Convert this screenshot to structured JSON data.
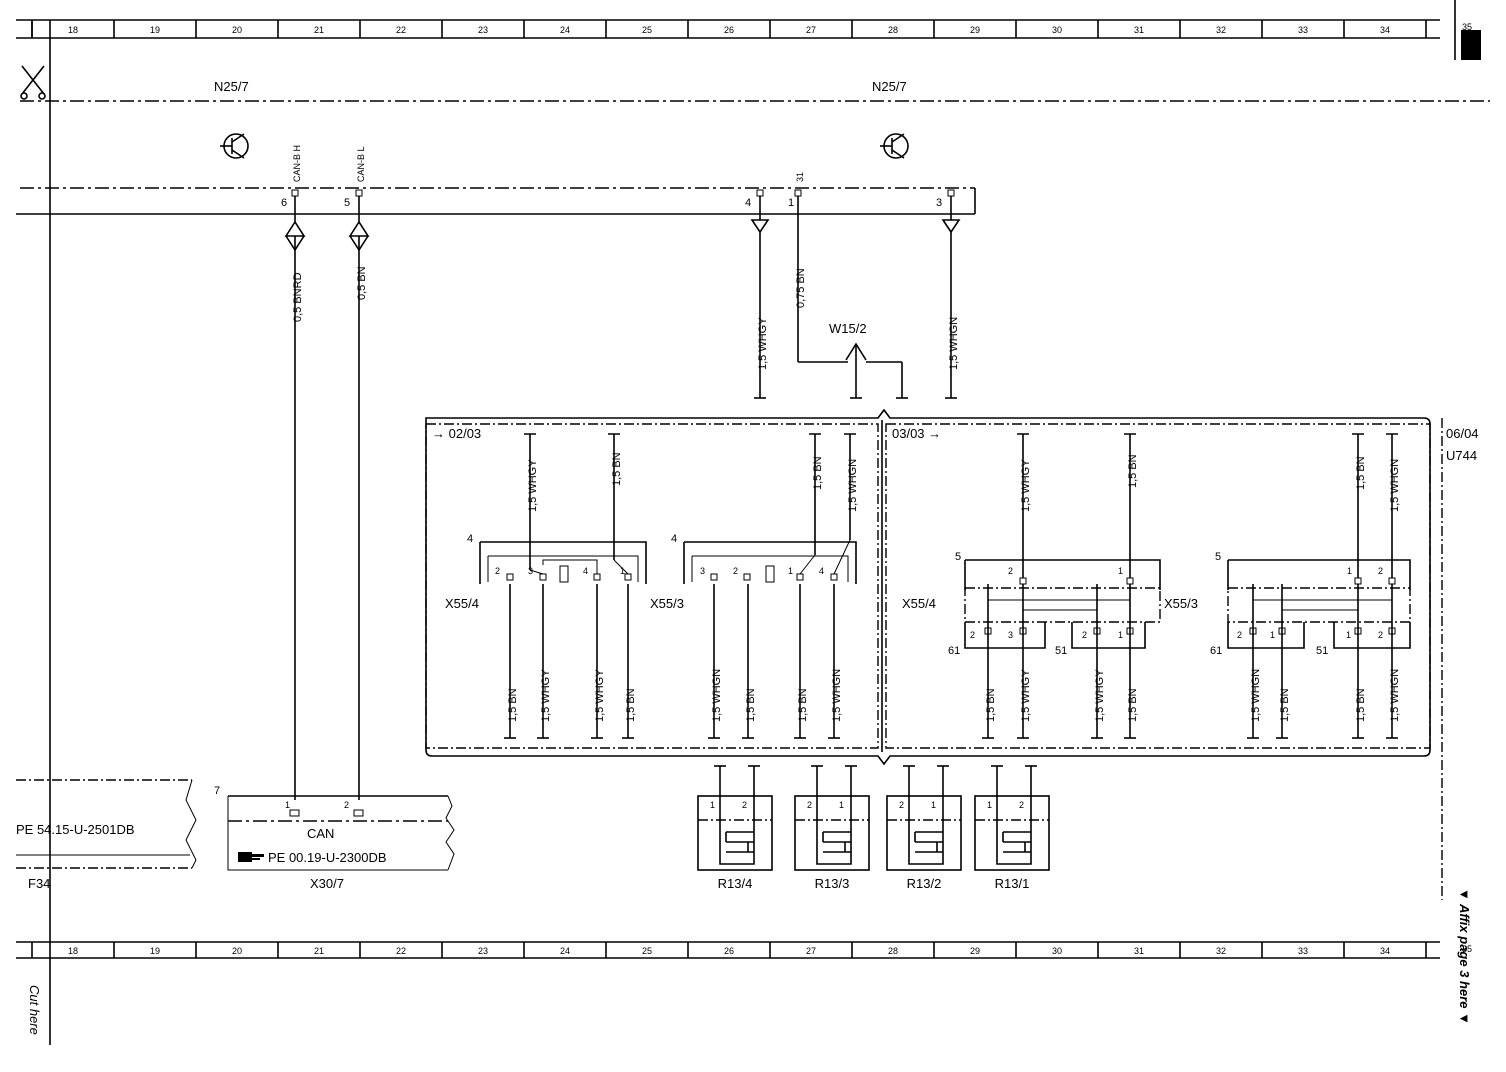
{
  "ruler": {
    "top_numbers": [
      "18",
      "19",
      "20",
      "21",
      "22",
      "23",
      "24",
      "25",
      "26",
      "27",
      "28",
      "29",
      "30",
      "31",
      "32",
      "33",
      "34"
    ],
    "bottom_numbers": [
      "18",
      "19",
      "20",
      "21",
      "22",
      "23",
      "24",
      "25",
      "26",
      "27",
      "28",
      "29",
      "30",
      "31",
      "32",
      "33",
      "34"
    ],
    "corner_top": "35",
    "corner_bottom": "35"
  },
  "side": {
    "cut_here": "Cut here",
    "affix_page": "▼ Affix page 3 here ▼"
  },
  "modules": {
    "left_title": "N25/7",
    "right_title": "N25/7",
    "pins": [
      "6",
      "5",
      "4",
      "1",
      "3"
    ],
    "pin_labels": [
      "CAN-B H",
      "CAN-B L",
      "31"
    ]
  },
  "wires": {
    "w1": "0,5 BNRD",
    "w2": "0,5 BN",
    "w3": "1,5 WHGY",
    "w4": "0,75 BN",
    "w5": "1,5 WHGN",
    "ground": "W15/2"
  },
  "variants": {
    "left": {
      "label": "02/03",
      "conn_a": "X55/4",
      "conn_b": "X55/3",
      "pin_count": "4",
      "conn_a_pins": [
        "2",
        "3",
        "4",
        "1"
      ],
      "conn_b_pins": [
        "3",
        "2",
        "1",
        "4"
      ],
      "top_wires": [
        "1,5 WHGY",
        "1,5 BN",
        "1,5 BN",
        "1,5 WHGN"
      ],
      "bottom_wires": [
        "1,5 BN",
        "1,5 WHGY",
        "1,5 WHGY",
        "1,5 BN",
        "1,5 WHGN",
        "1,5 BN",
        "1,5 BN",
        "1,5 WHGN"
      ]
    },
    "right": {
      "label": "03/03",
      "conn_a": "X55/4",
      "conn_b": "X55/3",
      "pin_count": "5",
      "upper_a_pins": [
        "2",
        "1"
      ],
      "upper_b_pins": [
        "1",
        "2"
      ],
      "lower_a_pins": [
        "2",
        "3",
        "2",
        "1"
      ],
      "lower_b_pins": [
        "2",
        "1",
        "1",
        "2"
      ],
      "sub_a": [
        "61",
        "51"
      ],
      "sub_b": [
        "61",
        "51"
      ],
      "top_wires": [
        "1,5 WHGY",
        "1,5 BN",
        "1,5 BN",
        "1,5 WHGN"
      ],
      "bottom_wires": [
        "1,5 BN",
        "1,5 WHGY",
        "1,5 WHGY",
        "1,5 BN",
        "1,5 WHGN",
        "1,5 BN",
        "1,5 BN",
        "1,5 WHGN"
      ]
    },
    "outer_label": "06/04",
    "outer_code": "U744"
  },
  "heaters": [
    {
      "name": "R13/4",
      "pins": [
        "1",
        "2"
      ]
    },
    {
      "name": "R13/3",
      "pins": [
        "2",
        "1"
      ]
    },
    {
      "name": "R13/2",
      "pins": [
        "2",
        "1"
      ]
    },
    {
      "name": "R13/1",
      "pins": [
        "1",
        "2"
      ]
    }
  ],
  "bottom_left": {
    "ref_left": "PE 54.15-U-2501DB",
    "f_label": "F34",
    "conn_num": "7",
    "conn_pins": [
      "1",
      "2"
    ],
    "can": "CAN",
    "ref_can": "PE 00.19-U-2300DB",
    "conn_name": "X30/7"
  }
}
